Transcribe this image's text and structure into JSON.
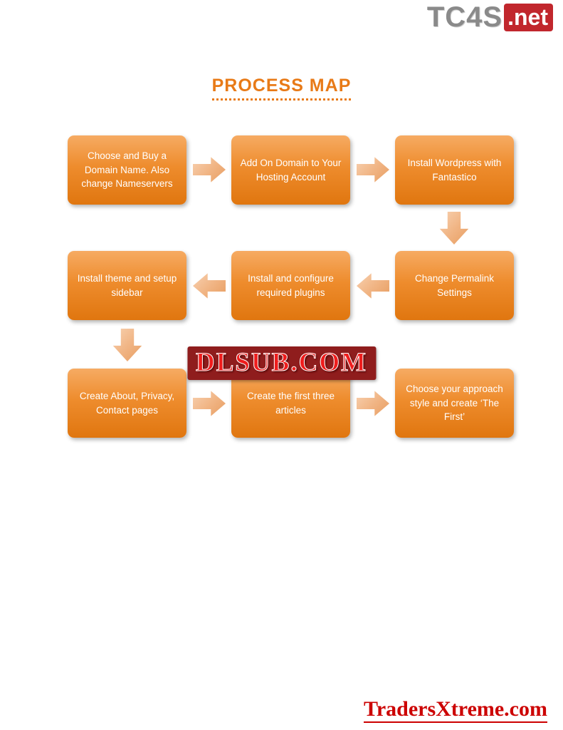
{
  "logo": {
    "name": "TC4S",
    "tld": ".net"
  },
  "title": "PROCESS MAP",
  "watermark": "DLSUB.COM",
  "footer": "TradersXtreme.com",
  "diagram": {
    "type": "process-flowchart",
    "flow_direction": "serpentine (row1 left-to-right, row2 right-to-left, row3 left-to-right)",
    "steps": [
      {
        "order": 1,
        "label": "Choose and Buy a Domain Name. Also change Nameservers"
      },
      {
        "order": 2,
        "label": "Add On Domain to Your Hosting Account"
      },
      {
        "order": 3,
        "label": "Install Wordpress with Fantastico"
      },
      {
        "order": 4,
        "label": "Change Permalink Settings"
      },
      {
        "order": 5,
        "label": "Install and configure required plugins"
      },
      {
        "order": 6,
        "label": "Install theme and setup sidebar"
      },
      {
        "order": 7,
        "label": "Create About, Privacy, Contact pages"
      },
      {
        "order": 8,
        "label": "Create the first three articles"
      },
      {
        "order": 9,
        "label": "Choose your approach style and create ‘The First’"
      }
    ]
  },
  "colors": {
    "box_gradient_top": "#f6ab63",
    "box_gradient_bottom": "#e0760f",
    "arrow_fill": "#f0b382",
    "title_orange": "#e87a17",
    "watermark_red": "#ef1d1d",
    "watermark_bar": "#8f1d1d",
    "footer_red": "#cc0000",
    "logo_gray": "#8a8a8a",
    "logo_badge_red": "#c1272d"
  }
}
